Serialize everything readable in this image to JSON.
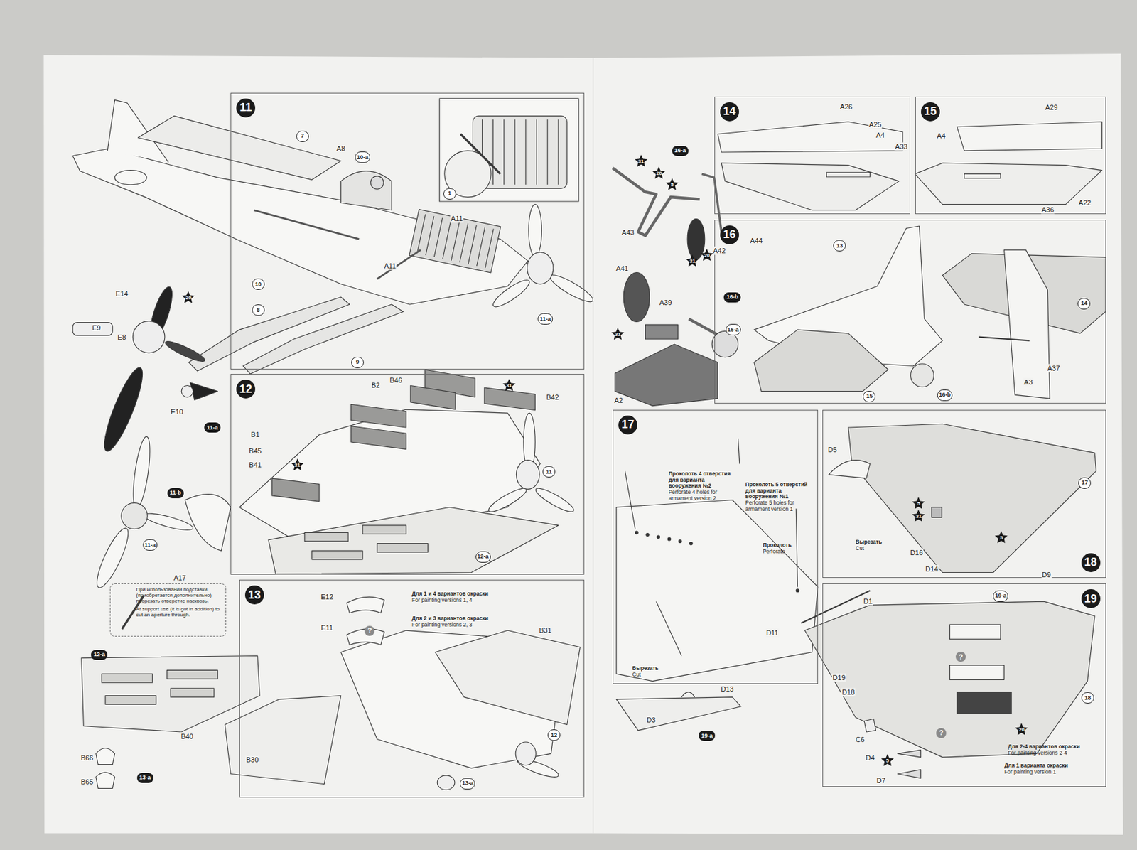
{
  "diagram": {
    "nodes": [
      {
        "text": [
          "11"
        ]
      },
      {
        "text": [
          "12"
        ]
      },
      {
        "text": [
          "При использовании подставки (приобретается дополнительно) прорезать отверстие насквозь.",
          "At support use (it is got in addition) to cut an aperture through."
        ]
      },
      {
        "text": [
          "13"
        ]
      },
      {
        "text": [
          "14"
        ]
      },
      {
        "text": [
          "15"
        ]
      },
      {
        "text": [
          "16"
        ]
      },
      {
        "text": [
          "17"
        ]
      },
      {
        "text": [
          "18"
        ]
      },
      {
        "text": [
          "19"
        ]
      }
    ],
    "labels": [
      "7",
      "A8",
      "10-a",
      "10",
      "A11",
      "8",
      "9",
      "A11",
      "1",
      "11-a",
      "E14",
      "20",
      "E9",
      "E8",
      "E10",
      "11-a",
      "11-b",
      "11-a",
      "A17",
      "B46",
      "B2",
      "31",
      "B42",
      "B1",
      "B45",
      "B41",
      "31",
      "11",
      "12-a",
      "12-a",
      "B40",
      "B66",
      "B65",
      "13-a",
      "E12",
      "Для 1 и 4 вариантов окраски",
      "For painting versions 1, 4",
      "E11",
      "?",
      "Для 2 и 3 вариантов окраски",
      "For painting versions 2, 3",
      "B31",
      "B30",
      "12",
      "13-a",
      "16-a",
      "31",
      "20",
      "5",
      "A43",
      "A42",
      "A44",
      "31",
      "20",
      "A41",
      "A39",
      "31",
      "16-b",
      "16-a",
      "A2",
      "A26",
      "A25",
      "A4",
      "A33",
      "A29",
      "A4",
      "A36",
      "A22",
      "13",
      "14",
      "A3",
      "A37",
      "15",
      "16-b",
      "Проколоть 4 отверстия для варианта вооружения №2",
      "Perforate 4 holes for armament version 2",
      "Проколоть 5 отверстий для варианта вооружения №1",
      "Perforate 5 holes for armament version 1",
      "Проколоть",
      "Perforate",
      "D11",
      "Вырезать",
      "Cut",
      "D13",
      "D3",
      "19-a",
      "D5",
      "17",
      "5",
      "31",
      "D16",
      "5",
      "D14",
      "D9",
      "Вырезать",
      "Cut",
      "D1",
      "19-a",
      "?",
      "D19",
      "D18",
      "18",
      "C6",
      "20",
      "?",
      "Для 2-4 вариантов окраски",
      "For painting versions 2-4",
      "D4",
      "5",
      "D7",
      "Для 1 варианта окраски",
      "For painting version 1"
    ]
  }
}
